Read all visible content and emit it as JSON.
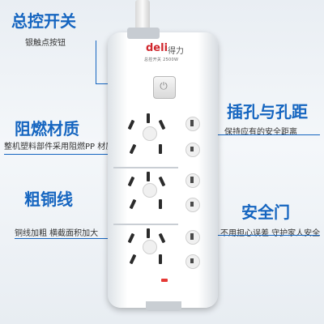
{
  "features": {
    "switch": {
      "title": "总控开关",
      "desc": "银触点按钮"
    },
    "material": {
      "title": "阻燃材质",
      "desc": "整机塑料部件采用阻燃PP 材质"
    },
    "copper": {
      "title": "粗铜线",
      "desc": "铜线加粗  横截面积加大"
    },
    "spacing": {
      "title": "插孔与孔距",
      "desc": "保持应有的安全距离"
    },
    "door": {
      "title": "安全门",
      "desc": "不用担心误差 守护家人安全"
    }
  },
  "product": {
    "brand": "deli",
    "brand_cn": "得力",
    "spec_text": "总控开关   2500W",
    "switch_icon": "power-icon",
    "colors": {
      "accent": "#1565c0",
      "brand": "#d0272d",
      "indicator": "#e53935"
    }
  }
}
